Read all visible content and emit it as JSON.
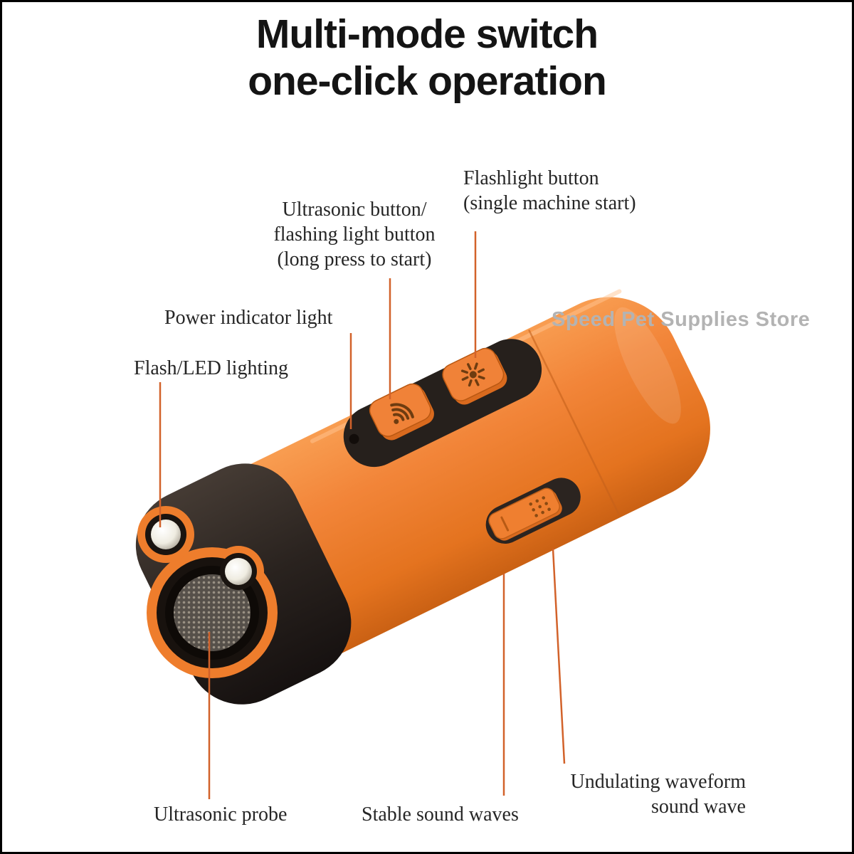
{
  "title": {
    "line1": "Multi-mode switch",
    "line2": "one-click operation"
  },
  "watermark": "Speed Pet Supplies Store",
  "callouts": {
    "flashlight_button": {
      "line1": "Flashlight button",
      "line2": "(single machine start)"
    },
    "ultrasonic_button": {
      "line1": "Ultrasonic button/",
      "line2": "flashing light button",
      "line3": "(long press to start)"
    },
    "power_indicator": {
      "line1": "Power indicator light"
    },
    "flash_led": {
      "line1": "Flash/LED lighting"
    },
    "ultrasonic_probe": {
      "line1": "Ultrasonic probe"
    },
    "stable_sound_waves": {
      "line1": "Stable sound waves"
    },
    "undulating_waveform": {
      "line1": "Undulating waveform",
      "line2": "sound wave"
    }
  },
  "device": {
    "parts": [
      "ultrasonic-probe",
      "flash-led-lights",
      "power-indicator-light",
      "ultrasonic-button",
      "flashlight-button",
      "mode-switch"
    ]
  },
  "colors": {
    "body_orange": "#f28539",
    "button_orange": "#f08238",
    "accent_line": "#d2622a",
    "cap_black": "#241e1a",
    "text": "#262626",
    "watermark_gray": "#b3b3b3",
    "background": "#ffffff"
  }
}
